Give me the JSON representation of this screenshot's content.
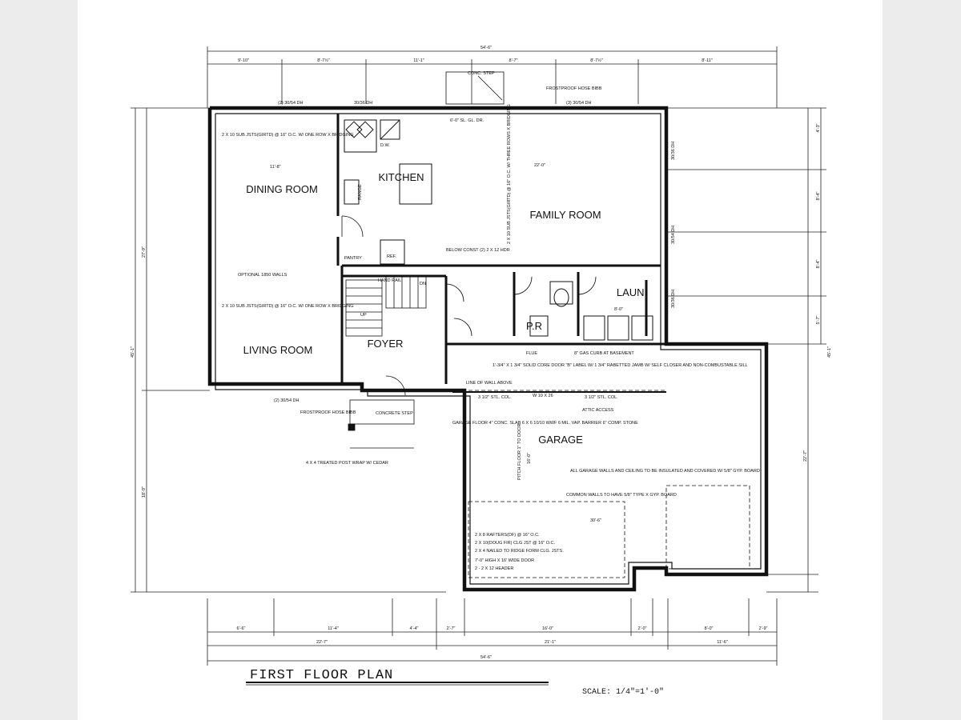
{
  "plan": {
    "title": "FIRST FLOOR PLAN",
    "scale": "SCALE: 1/4\"=1'-0\""
  },
  "rooms": {
    "dining": "DINING ROOM",
    "kitchen": "KITCHEN",
    "family": "FAMILY ROOM",
    "living": "LIVING ROOM",
    "foyer": "FOYER",
    "laundry": "LAUN.",
    "powder": "P.R",
    "garage": "GARAGE",
    "pantry": "PANTRY"
  },
  "dims": {
    "overall": "54'-6\"",
    "top": [
      "9'-10\"",
      "8'-7½\"",
      "11'-1\"",
      "8'-7\"",
      "8'-7½\"",
      "8'-11\""
    ],
    "bottom1": [
      "6'-6\"",
      "11'-4\"",
      "4'-4\"",
      "2'-7\"",
      "16'-0\"",
      "2'-0\"",
      "8'-0\"",
      "2'-9\""
    ],
    "bottom2": [
      "22'-7\"",
      "21'-1\"",
      "11'-6\""
    ],
    "right": [
      "4'-3\"",
      "8'-4\"",
      "8'-4\"",
      "5'-7\"",
      "22'-7\""
    ],
    "left": [
      "27'-9\"",
      "18'-9\""
    ]
  },
  "notes": {
    "conc_step_top": "CONC. STEP",
    "frostproof_top": "FROSTPROOF HOSE BIBB",
    "win_dining": "(2) 30/54 DH",
    "win_kitchen": "30/36 DH",
    "win_family": "(3) 30/54 DH",
    "sliding_door": "6'-0\" SL. GL. DR.",
    "joist_dining": "2 X 10 SUB JSTS(GIRTD) @ 16\" O.C. W/ ONE ROW X BRIDGING",
    "joist_living": "2 X 10 SUB JSTS(GIRTD) @ 16\" O.C. W/ ONE ROW X BRIDGING",
    "joist_family": "2 X 10 SUB JSTS(GIRTD) @ 16\" O.C. W/ THREE ROWS X BRIDGING",
    "below_const": "BELOW CONST (2) 2 X 12 HDR",
    "optional_walls": "OPTIONAL 1850 WALLS",
    "handrail": "HAND RAIL",
    "up": "UP",
    "dn": "DN",
    "flue": "FLUE",
    "gas_curb": "8\" GAS CURB AT BASEMENT",
    "garage_door_note": "1'-3/4\" X 1 3/4\" SOLID CORE DOOR \"B\" LABEL W/ 1 3/4\" RABETTED JAMB W/ SELF CLOSER AND NON-COMBUSTABLE SILL",
    "line_of_wall": "LINE OF WALL ABOVE",
    "beam": "W 10 X 26",
    "stl_col": "3 1/2\" STL. COL.",
    "attic": "ATTIC ACCESS",
    "garage_floor": "GARAGE FLOOR 4\" CONC. SLAB 6 X 6 10/10 WWF 6 MIL. VAP. BARRIER 6\" COMP. STONE",
    "pitch": "PITCH FLOOR 1\" TO DOOR",
    "garage_walls": "ALL GARAGE WALLS AND CEILING TO BE INSULATED AND COVERED W/ 5/8\" GYP. BOARD",
    "common_walls": "COMMON WALLS TO HAVE 5/8\" TYPE X GYP. BOARD",
    "rafter": "2 X 8 RAFTERS(DF) @ 16\" O.C.",
    "ceiling_jst": "2 X 10(DOUG FIR) CLG JST @ 16\" O.C.",
    "nailed": "2 X 4 NAILED TO RIDGE FORM CLG. JSTS.",
    "ovhd_door": "7'-0\" HIGH X 16' WIDE DOOR",
    "header": "2 - 2 X 12 HEADER",
    "frostproof_bot": "FROSTPROOF HOSE BIBB",
    "conc_step_bot": "CONCRETE STEP",
    "post": "4 X 4 TREATED POST WRAP W/ CEDAR",
    "win_living": "(2) 30/54 DH",
    "win_family_r": "30/36 DH",
    "win_family_r2": "30/54 DH",
    "win_laun": "30/36 DH",
    "dim_16": "16'-0\"",
    "dim_22": "22'-0\"",
    "dim_11": "11'-8\"",
    "dim_8": "8'-0\"",
    "dim_30": "30'-6\"",
    "range": "RANGE",
    "ref": "REF.",
    "dw": "D.W."
  }
}
